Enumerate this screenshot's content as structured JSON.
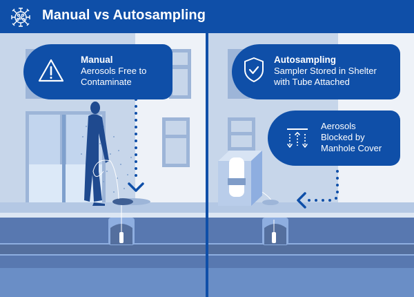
{
  "header": {
    "title": "Manual vs Autosampling",
    "icon": "virus-icon"
  },
  "colors": {
    "brand_blue": "#0f4fa8",
    "sky_left": "#c7d6ea",
    "sky_right": "#eef2f8",
    "sidewalk": "#b4c8e4",
    "ground": "#5a7fb8",
    "ground_deep": "#6a8ec6",
    "divider": "#0f4fa8"
  },
  "panels": {
    "manual": {
      "callout": {
        "icon": "warning-triangle-icon",
        "title": "Manual",
        "lines": [
          "Aerosols Free to",
          "Contaminate"
        ]
      },
      "arrow": "dotted-down-arrow-icon"
    },
    "autosampling": {
      "callout": {
        "icon": "shield-check-icon",
        "title": "Autosampling",
        "lines": [
          "Sampler Stored in Shelter",
          "with Tube Attached"
        ]
      },
      "secondary_callout": {
        "icon": "blocked-aerosols-icon",
        "lines": [
          "Aerosols",
          "Blocked by",
          "Manhole Cover"
        ]
      },
      "arrow": "dotted-left-arrow-icon"
    }
  }
}
